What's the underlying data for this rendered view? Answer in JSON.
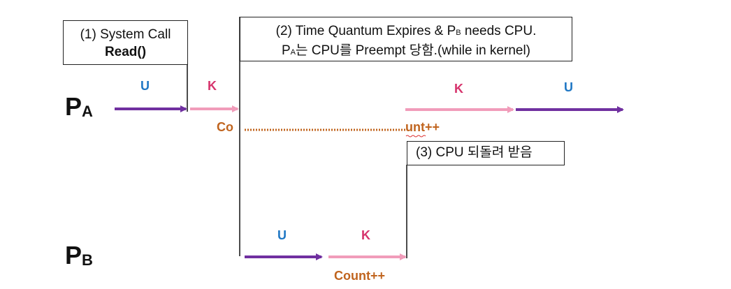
{
  "colors": {
    "user": "#7030a0",
    "kernel": "#f19cba",
    "u_label": "#1f77c4",
    "k_label": "#d6336c",
    "count": "#c0641e",
    "line": "#111111"
  },
  "processes": {
    "a": {
      "label": "P",
      "sub": "A"
    },
    "b": {
      "label": "P",
      "sub": "B"
    }
  },
  "boxes": {
    "syscall": {
      "line1": "(1) System Call",
      "line2": "Read()"
    },
    "quantum": {
      "line1_pre": "(2) Time Quantum Expires & P",
      "line1_sub": "B",
      "line1_post": " needs CPU.",
      "line2_pre": "P",
      "line2_sub": "A",
      "line2_post": "는 CPU를 Preempt 당함.(while in kernel)"
    },
    "return": {
      "line1": "(3) CPU 되돌려 받음"
    }
  },
  "labels": {
    "user": "U",
    "kernel": "K"
  },
  "counts": {
    "a_start": "Co",
    "a_end": "unt++",
    "b": "Count++"
  }
}
